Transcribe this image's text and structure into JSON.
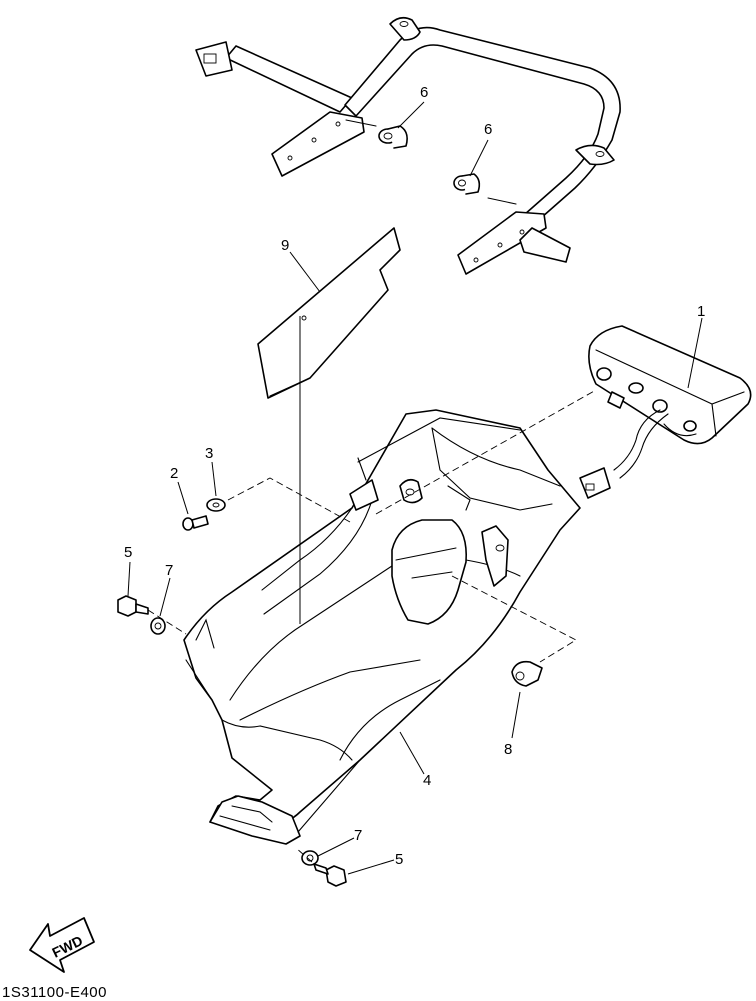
{
  "diagram_code": "1S31100-E400",
  "fwd_label": "FWD",
  "callouts": [
    {
      "id": "c1",
      "label": "1"
    },
    {
      "id": "c2",
      "label": "2"
    },
    {
      "id": "c3",
      "label": "3"
    },
    {
      "id": "c4",
      "label": "4"
    },
    {
      "id": "c5a",
      "label": "5"
    },
    {
      "id": "c5b",
      "label": "5"
    },
    {
      "id": "c6a",
      "label": "6"
    },
    {
      "id": "c6b",
      "label": "6"
    },
    {
      "id": "c7a",
      "label": "7"
    },
    {
      "id": "c7b",
      "label": "7"
    },
    {
      "id": "c8",
      "label": "8"
    },
    {
      "id": "c9",
      "label": "9"
    }
  ]
}
